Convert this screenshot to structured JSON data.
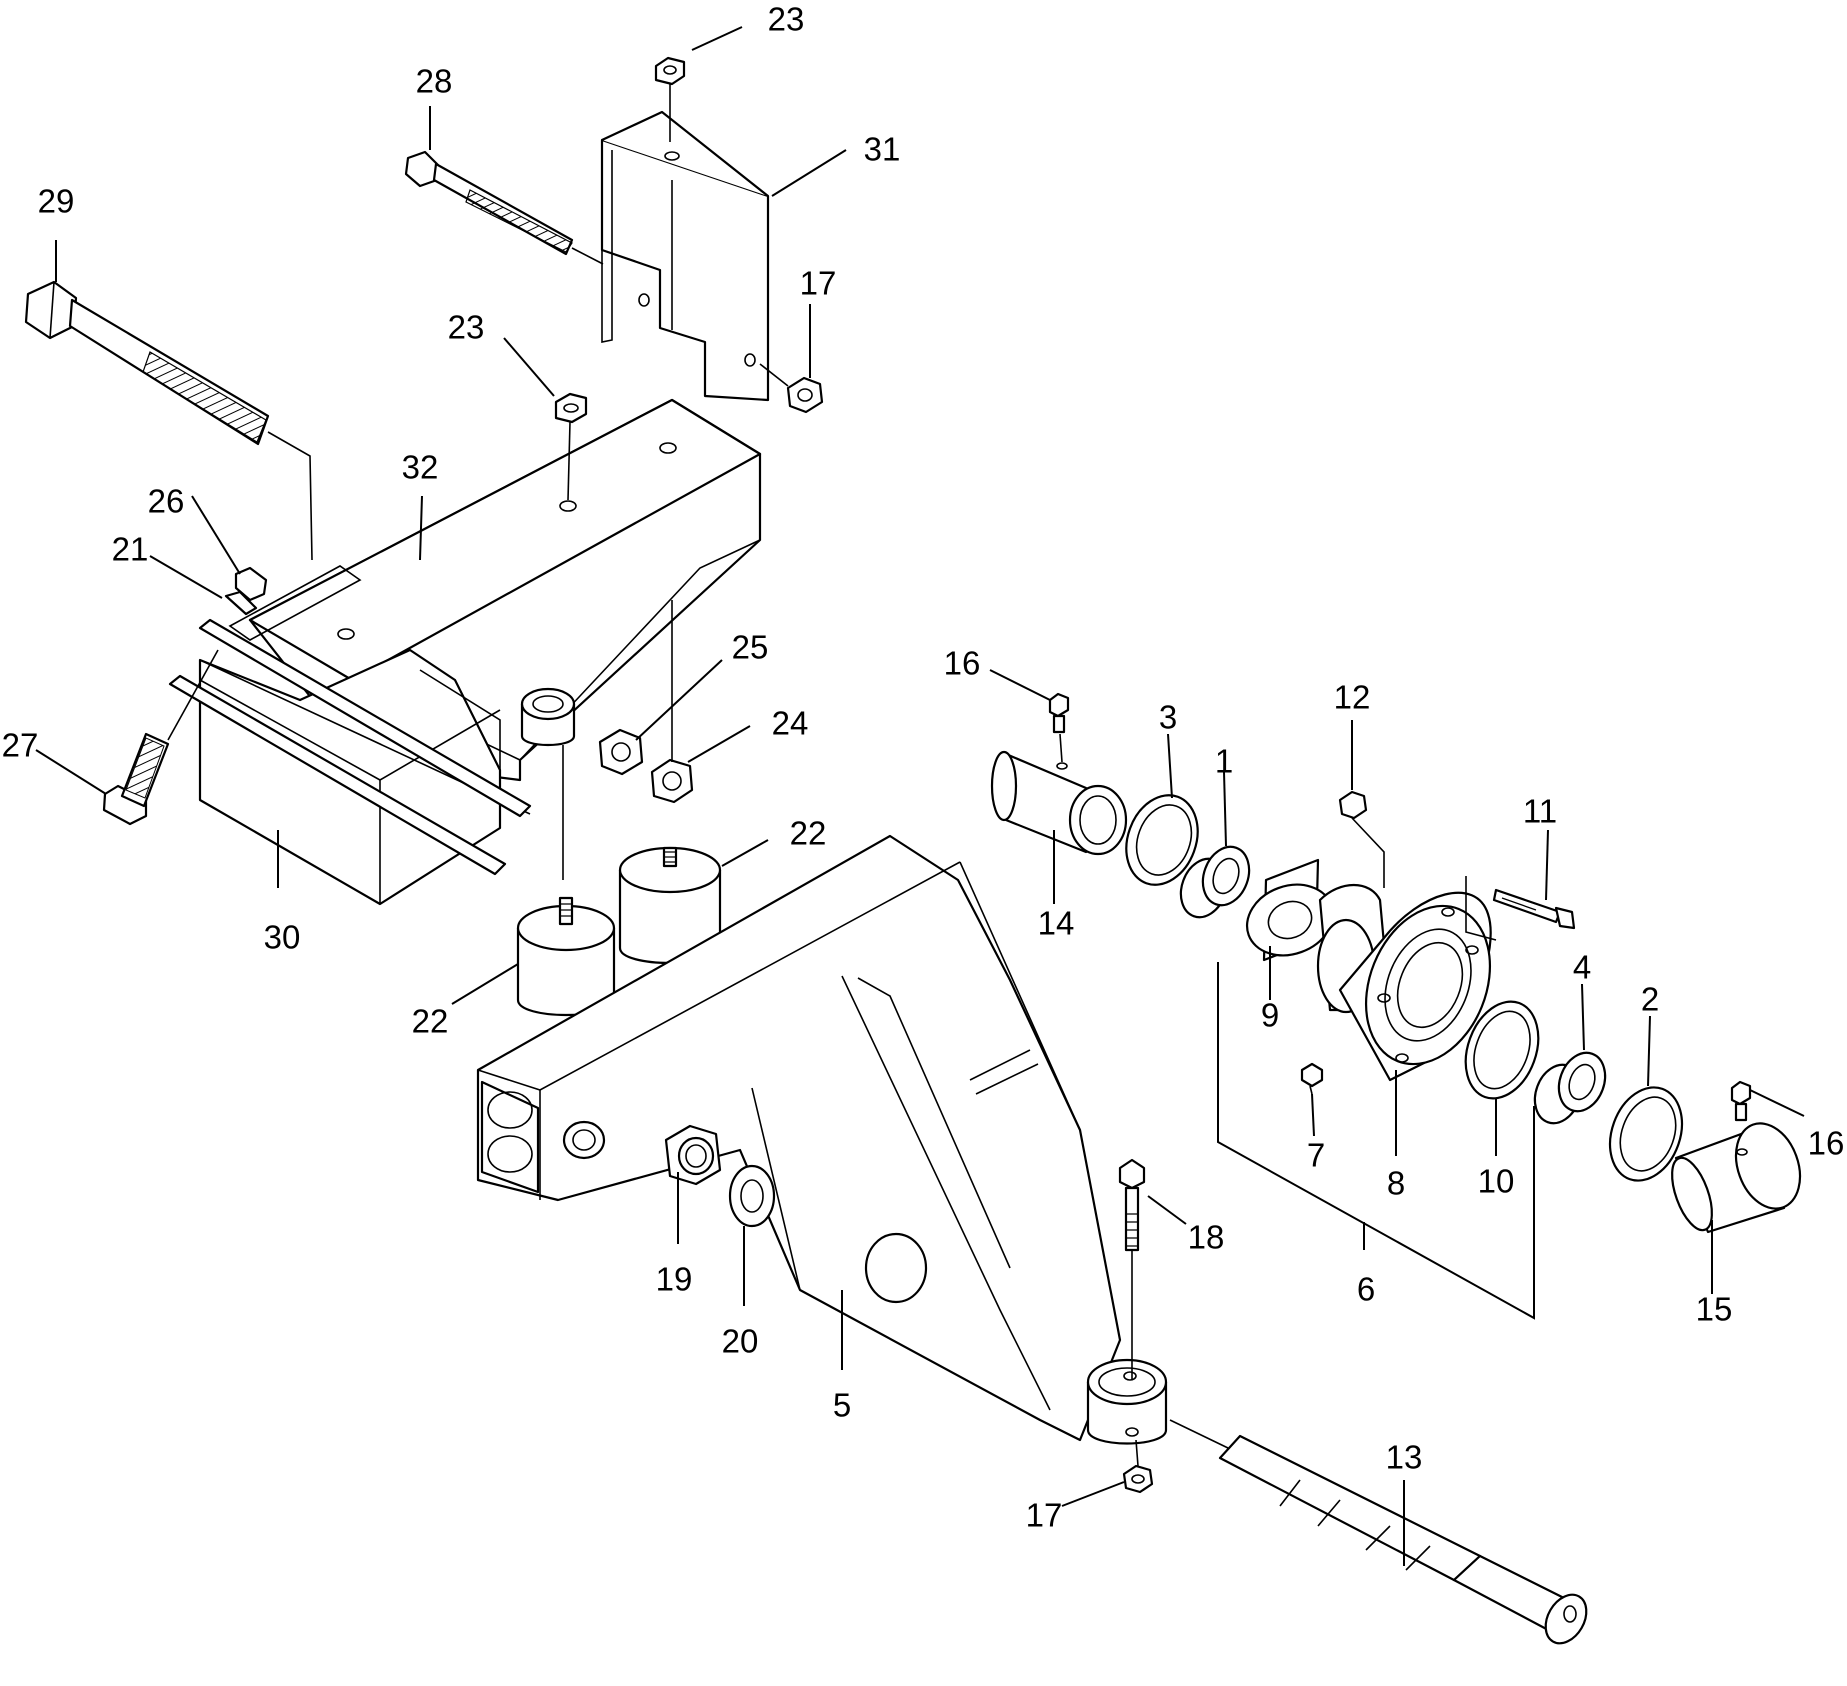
{
  "callouts": {
    "c1": "1",
    "c2": "2",
    "c3": "3",
    "c4": "4",
    "c5": "5",
    "c6": "6",
    "c7": "7",
    "c8": "8",
    "c9": "9",
    "c10": "10",
    "c11": "11",
    "c12": "12",
    "c13": "13",
    "c14": "14",
    "c15": "15",
    "c16a": "16",
    "c16b": "16",
    "c17a": "17",
    "c17b": "17",
    "c18": "18",
    "c19": "19",
    "c20": "20",
    "c21": "21",
    "c22a": "22",
    "c22b": "22",
    "c23a": "23",
    "c23b": "23",
    "c24": "24",
    "c25": "25",
    "c26": "26",
    "c27": "27",
    "c28": "28",
    "c29": "29",
    "c30": "30",
    "c31": "31",
    "c32": "32"
  }
}
